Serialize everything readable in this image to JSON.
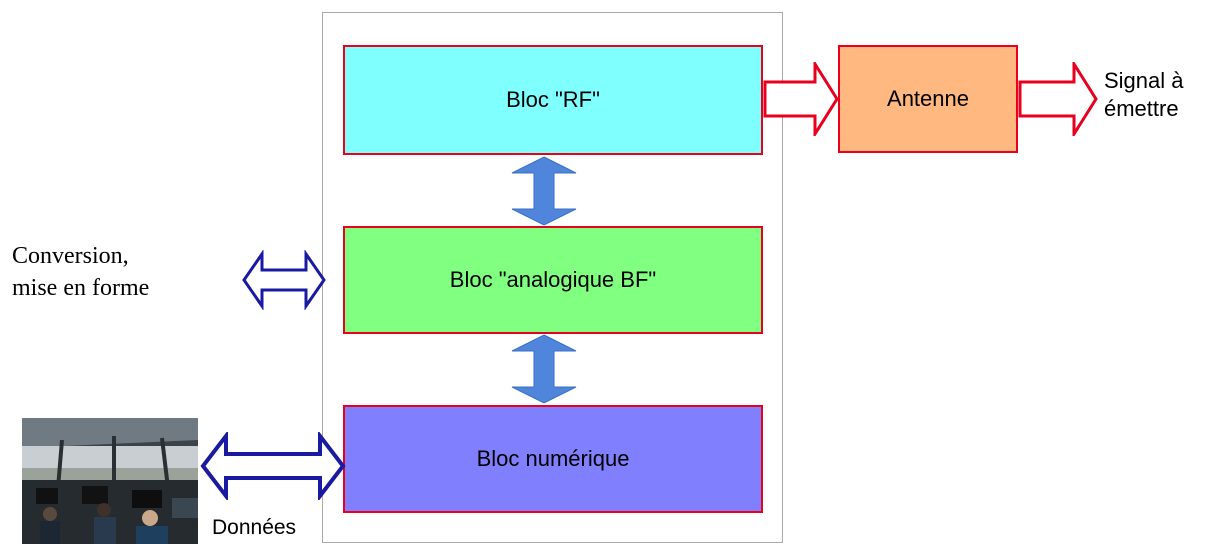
{
  "blocks": {
    "rf": "Bloc \"RF\"",
    "analog": "Bloc \"analogique BF\"",
    "numeric": "Bloc numérique",
    "antenna": "Antenne"
  },
  "labels": {
    "signal_line1": "Signal à",
    "signal_line2": "émettre",
    "conversion_line1": "Conversion,",
    "conversion_line2": "mise en forme",
    "data": "Données"
  },
  "colors": {
    "rf_fill": "#80ffff",
    "analog_fill": "#80ff80",
    "numeric_fill": "#8080ff",
    "antenna_fill": "#ffb880",
    "block_border": "#e8001e",
    "red_arrow": "#e8001e",
    "blue_arrow_fill": "#4f86db",
    "navy_arrow": "#1a1aa0"
  }
}
